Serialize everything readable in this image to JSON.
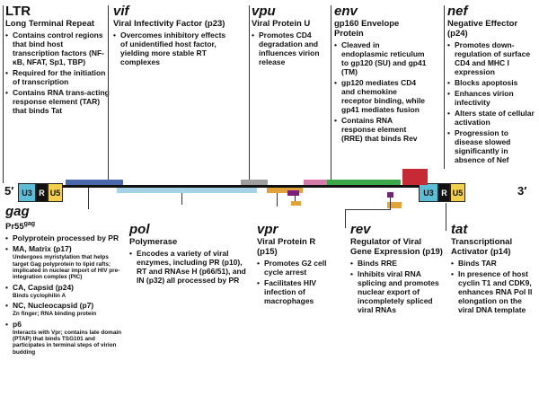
{
  "genome": {
    "five_prime": "5′",
    "three_prime": "3′",
    "ltr_boxes": {
      "u3": "U3",
      "r": "R",
      "u5": "U5"
    }
  },
  "top": [
    {
      "id": "ltr",
      "gene": "LTR",
      "subtitle": "Long Terminal Repeat",
      "bullets": [
        {
          "text": "Contains control regions that bind host transcription factors (NF-κB, NFAT, Sp1, TBP)"
        },
        {
          "text": "Required for the initiation of transcription"
        },
        {
          "text": "Contains RNA trans-acting response element (TAR) that binds Tat"
        }
      ]
    },
    {
      "id": "vif",
      "gene": "vif",
      "subtitle": "Viral Infectivity Factor (p23)",
      "bullets": [
        {
          "text": "Overcomes inhibitory effects of unidentified host factor, yielding more stable RT complexes"
        }
      ]
    },
    {
      "id": "vpu",
      "gene": "vpu",
      "subtitle": "Viral Protein U",
      "bullets": [
        {
          "text": "Promotes CD4 degradation and influences virion release"
        }
      ]
    },
    {
      "id": "env",
      "gene": "env",
      "subtitle": "gp160 Envelope Protein",
      "bullets": [
        {
          "text": "Cleaved in endoplasmic reticulum to gp120 (SU) and gp41 (TM)"
        },
        {
          "text": "gp120 mediates CD4 and chemokine receptor binding, while gp41 mediates fusion"
        },
        {
          "text": "Contains RNA response element (RRE) that binds Rev"
        }
      ]
    },
    {
      "id": "nef",
      "gene": "nef",
      "subtitle": "Negative Effector (p24)",
      "bullets": [
        {
          "text": "Promotes down-regulation of surface CD4 and MHC I expression"
        },
        {
          "text": "Blocks apoptosis"
        },
        {
          "text": "Enhances virion infectivity"
        },
        {
          "text": "Alters state of cellular activation"
        },
        {
          "text": "Progression to disease slowed significantly in absence of Nef"
        }
      ]
    }
  ],
  "bottom": [
    {
      "id": "gag",
      "gene": "gag",
      "subtitle": "Pr55",
      "subtitle_sup": "gag",
      "bullets": [
        {
          "text": "Polyprotein processed by PR"
        },
        {
          "text": "MA, Matrix (p17)",
          "note": "Undergoes myristylation that helps target Gag polyprotein to lipid rafts; implicated in nuclear import of HIV pre-integration complex (PIC)"
        },
        {
          "text": "CA, Capsid (p24)",
          "note": "Binds cyclophilin A"
        },
        {
          "text": "NC, Nucleocapsid (p7)",
          "note": "Zn finger; RNA binding protein"
        },
        {
          "text": "p6",
          "note": "Interacts with Vpr; contains late domain (PTAP) that binds TSG101 and participates in terminal steps of virion budding"
        }
      ]
    },
    {
      "id": "pol",
      "gene": "pol",
      "subtitle": "Polymerase",
      "bullets": [
        {
          "text": "Encodes a variety of viral enzymes, including PR (p10), RT and RNAse H (p66/51), and IN (p32) all processed by PR"
        }
      ]
    },
    {
      "id": "vpr",
      "gene": "vpr",
      "subtitle": "Viral Protein R (p15)",
      "bullets": [
        {
          "text": "Promotes G2 cell cycle arrest"
        },
        {
          "text": "Facilitates HIV infection of macrophages"
        }
      ]
    },
    {
      "id": "rev",
      "gene": "rev",
      "subtitle": "Regulator of Viral Gene Expression (p19)",
      "bullets": [
        {
          "text": "Binds RRE"
        },
        {
          "text": "Inhibits viral RNA splicing and promotes nuclear export of incompletely spliced viral RNAs"
        }
      ]
    },
    {
      "id": "tat",
      "gene": "tat",
      "subtitle": "Transcriptional Activator (p14)",
      "bullets": [
        {
          "text": "Binds TAR"
        },
        {
          "text": "In presence of host cyclin T1 and CDK9, enhances RNA Pol II elongation on the viral DNA template"
        }
      ]
    }
  ],
  "colors": {
    "backbone": "#111111",
    "ltr_u3": "#5dbdd6",
    "ltr_r": "#111111",
    "ltr_u5": "#f2cf4e",
    "gag": "#4b68ad",
    "pol": "#a4d3e6",
    "vif": "#9e9e9e",
    "vpr": "#e2a33a",
    "tat": "#e2a33a",
    "rev": "#7a1f7a",
    "vpu": "#d47aa8",
    "env": "#3aa84a",
    "nef": "#c62b35",
    "leader_line": "#333333"
  }
}
